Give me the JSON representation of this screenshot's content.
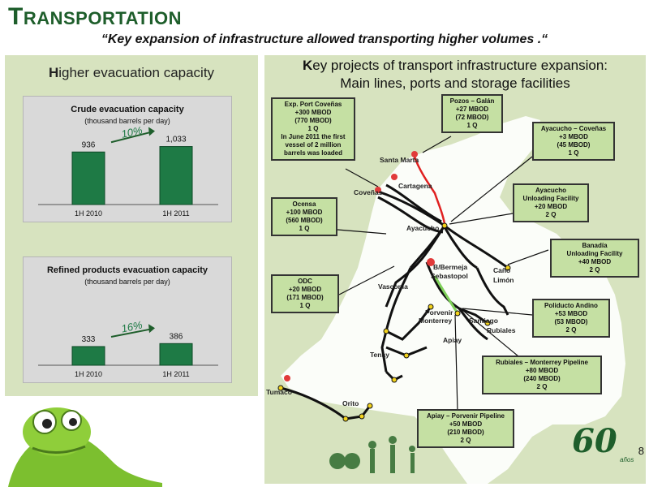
{
  "header": {
    "title_initial": "T",
    "title_rest": "RANSPORTATION",
    "subtitle": "“Key expansion of infrastructure allowed transporting higher volumes .“"
  },
  "left": {
    "heading_initial": "H",
    "heading_rest": "igher evacuation capacity"
  },
  "chart_data": [
    {
      "type": "bar",
      "title": "Crude evacuation capacity",
      "subtitle": "(thousand barrels per day)",
      "categories": [
        "1H 2010",
        "1H 2011"
      ],
      "values": [
        936,
        1033
      ],
      "value_labels": [
        "936",
        "1,033"
      ],
      "growth_label": "10%",
      "bar_color": "#1e7a45",
      "ylim": [
        0,
        1200
      ]
    },
    {
      "type": "bar",
      "title": "Refined products evacuation capacity",
      "subtitle": "(thousand barrels per day)",
      "categories": [
        "1H 2010",
        "1H 2011"
      ],
      "values": [
        333,
        386
      ],
      "value_labels": [
        "333",
        "386"
      ],
      "growth_label": "16%",
      "bar_color": "#1e7a45",
      "ylim": [
        0,
        1200
      ]
    }
  ],
  "right": {
    "heading_initial": "K",
    "heading_rest": "ey projects of transport infrastructure expansion:",
    "heading_line2": "Main lines, ports and storage facilities"
  },
  "callouts": {
    "covenas": [
      "Exp. Port Coveñas",
      "+300 MBOD",
      "(770 MBOD)",
      "1 Q",
      "In June 2011 the first",
      "vessel of 2 million",
      "barrels was loaded"
    ],
    "pozos": [
      "Pozos – Galán",
      "+27 MBOD",
      "(72 MBOD)",
      "1 Q"
    ],
    "ayacucho_covenas": [
      "Ayacucho – Coveñas",
      "+3 MBOD",
      "(45 MBOD)",
      "1 Q"
    ],
    "ayacucho_unloading": [
      "Ayacucho",
      "Unloading Facility",
      "+20 MBOD",
      "2 Q"
    ],
    "ocensa": [
      "Ocensa",
      "+100 MBOD",
      "(560 MBOD)",
      "1 Q"
    ],
    "banadia": [
      "Banadía",
      "Unloading Facility",
      "+40 MBOD",
      "2 Q"
    ],
    "odc": [
      "ODC",
      "+20 MBOD",
      "(171 MBOD)",
      "1 Q"
    ],
    "poliducto": [
      "Poliducto Andino",
      "+53 MBOD",
      "(53 MBOD)",
      "2 Q"
    ],
    "rubiales": [
      "Rubiales – Monterrey Pipeline",
      "+80 MBOD",
      "(240 MBOD)",
      "2 Q"
    ],
    "apiay": [
      "Apiay – Porvenir Pipeline",
      "+50 MBOD",
      "(210 MBOD)",
      "2 Q"
    ]
  },
  "places": {
    "santa_marta": "Santa Marta",
    "cartagena": "Cartagena",
    "covenas": "Coveñas",
    "ayacucho": "Ayacucho",
    "bbermeja": "B/Bermeja",
    "sebastopol": "Sebastopol",
    "cano_limon_1": "Caño",
    "cano_limon_2": "Limón",
    "vasconia": "Vasconia",
    "porvenir": "Porvenir",
    "monterrey": "Monterrey",
    "santiago": "Santiago",
    "rubiales": "Rubiales",
    "apiay": "Apiay",
    "tenay": "Tenay",
    "tumaco": "Tumaco",
    "orito": "Orito"
  },
  "footer": {
    "page_number": "8",
    "logo_number": "60",
    "logo_word": "años"
  }
}
